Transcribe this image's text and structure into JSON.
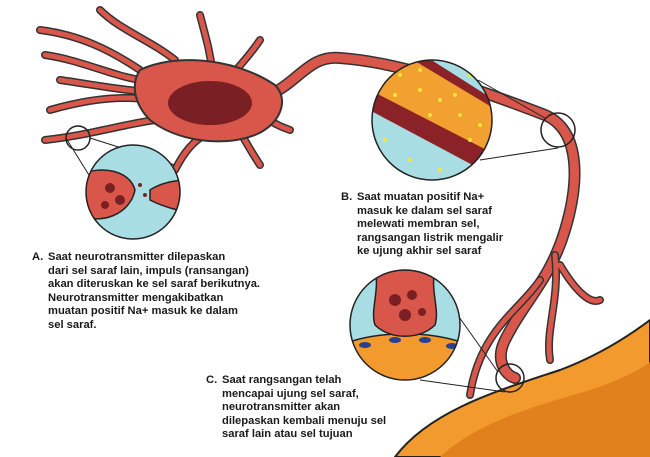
{
  "captions": {
    "a": {
      "label": "A.",
      "lines": [
        "Saat neurotransmitter dilepaskan",
        "dari sel saraf lain, impuls (ransangan)",
        "akan diteruskan ke sel saraf berikutnya.",
        "Neurotransmitter mengakibatkan",
        "muatan positif Na+ masuk ke dalam",
        "sel saraf."
      ]
    },
    "b": {
      "label": "B.",
      "lines": [
        "Saat muatan positif Na+",
        "masuk ke dalam sel saraf",
        "melewati membran sel,",
        "rangsangan listrik mengalir",
        "ke ujung akhir sel saraf"
      ]
    },
    "c": {
      "label": "C.",
      "lines": [
        "Saat rangsangan telah",
        "mencapai ujung sel saraf,",
        "neurotransmitter akan",
        "dilepaskan kembali menuju sel",
        "saraf lain atau sel tujuan"
      ]
    }
  },
  "colors": {
    "neuron": "#d9564b",
    "nucleus": "#7a1f24",
    "zoom_bg": "#a8dde3",
    "target_cell": "#f29a2e",
    "sodium": "#f5e63a"
  }
}
